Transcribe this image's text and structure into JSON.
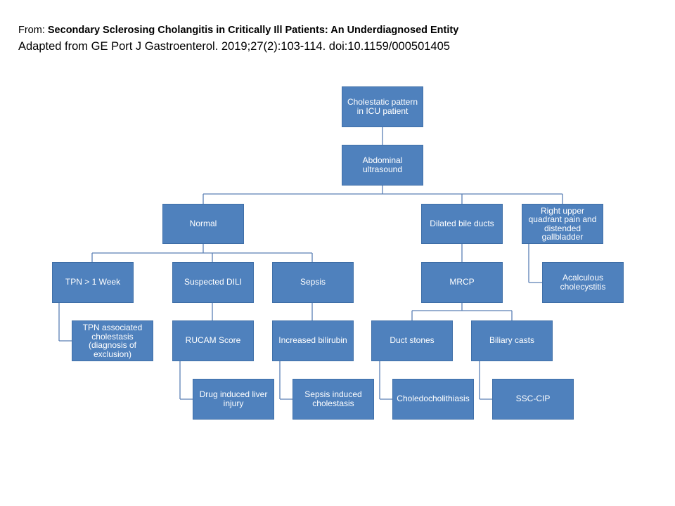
{
  "header": {
    "from_prefix": "From: ",
    "title": "Secondary Sclerosing Cholangitis in Critically Ill Patients: An Underdiagnosed Entity",
    "citation": "Adapted from GE Port J Gastroenterol. 2019;27(2):103-114. doi:10.1159/000501405"
  },
  "nodes": {
    "cholestatic": "Cholestatic pattern\nin ICU patient",
    "ultrasound": "Abdominal\nultrasound",
    "normal": "Normal",
    "dilated": "Dilated bile ducts",
    "ruq": "Right upper\nquadrant pain and\ndistended\ngallbladder",
    "tpn": "TPN > 1 Week",
    "dili": "Suspected DILI",
    "sepsis": "Sepsis",
    "mrcp": "MRCP",
    "acalculous": "Acalculous\ncholecystitis",
    "tpn_cholestasis": "TPN associated\ncholestasis\n(diagnosis of\nexclusion)",
    "rucam": "RUCAM Score",
    "bilirubin": "Increased bilirubin",
    "duct_stones": "Duct stones",
    "biliary_casts": "Biliary casts",
    "drug_injury": "Drug induced liver\ninjury",
    "sepsis_cholestasis": "Sepsis induced\ncholestasis",
    "choledocho": "Choledocholithiasis",
    "ssc_cip": "SSC-CIP"
  }
}
